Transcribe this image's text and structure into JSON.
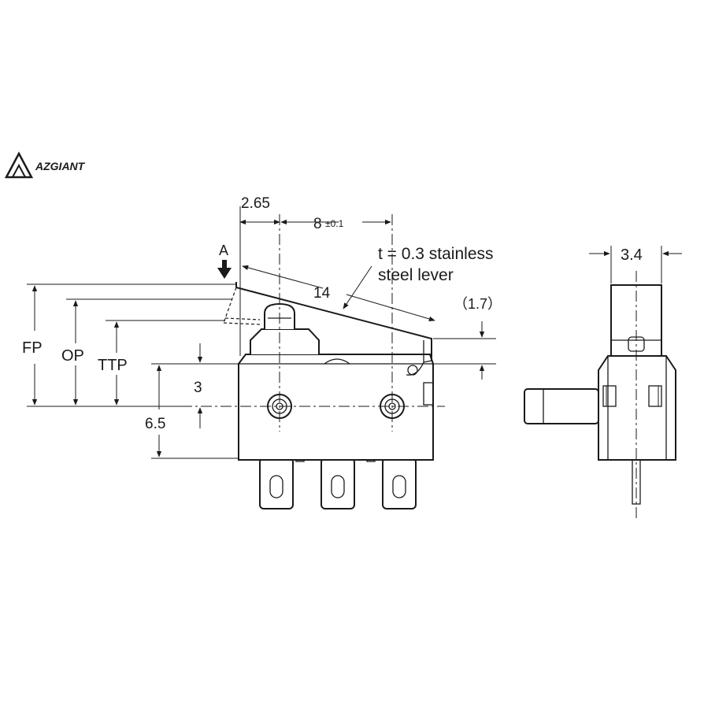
{
  "brand": {
    "name": "AZGIANT"
  },
  "labels": {
    "dim_2_65": "2.65",
    "dim_8": "8",
    "dim_8_tol": "±0.1",
    "arrow_a": "A",
    "note_line1": "t = 0.3 stainless",
    "note_line2": "steel lever",
    "dim_14": "14",
    "dim_1_7": "（1.7）",
    "fp": "FP",
    "op": "OP",
    "ttp": "TTP",
    "dim_3": "3",
    "dim_6_5": "6.5",
    "dim_3_4": "3.4"
  },
  "colors": {
    "line": "#1a1a1a",
    "background": "#ffffff"
  }
}
